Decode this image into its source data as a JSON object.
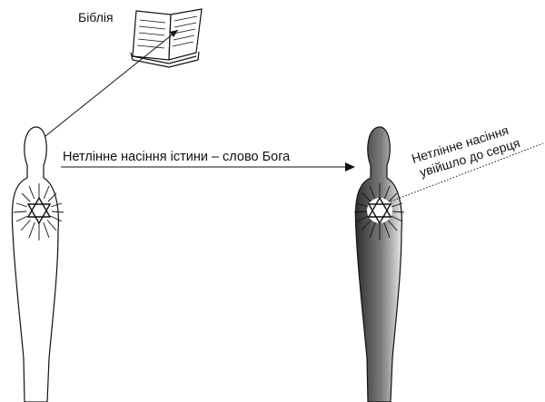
{
  "bible_label": "Біблія",
  "arrow_label": "Нетлінне насіння істини – слово Бога",
  "seed_note_line1": "Нетлінне насіння",
  "seed_note_line2": "увійшло до серця",
  "icons": {
    "book": "book-icon",
    "star": "star-of-david-icon"
  },
  "colors": {
    "ink": "#111111",
    "figure_left_fill": "#ffffff",
    "figure_right_shade_dark": "#3a3a3a",
    "figure_right_shade_light": "#d9d9d9"
  }
}
